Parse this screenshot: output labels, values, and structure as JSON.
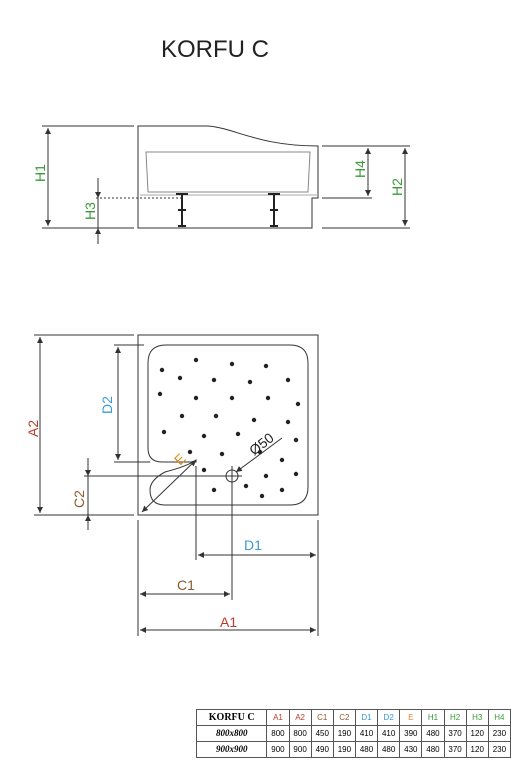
{
  "title": "KORFU C",
  "dims": {
    "h1": "H1",
    "h2": "H2",
    "h3": "H3",
    "h4": "H4",
    "a1": "A1",
    "a2": "A2",
    "c1": "C1",
    "c2": "C2",
    "d1": "D1",
    "d2": "D2",
    "e": "E",
    "drain": "Ø50"
  },
  "colors": {
    "a": "#c0392b",
    "c": "#8b5a2b",
    "d": "#3a9ad9",
    "e": "#e08a1e",
    "h": "#3a9a3a",
    "line": "#333333"
  },
  "table": {
    "header": [
      "KORFU C",
      "A1",
      "A2",
      "C1",
      "C2",
      "D1",
      "D2",
      "E",
      "H1",
      "H2",
      "H3",
      "H4"
    ],
    "rows": [
      [
        "800x800",
        "800",
        "800",
        "450",
        "190",
        "410",
        "410",
        "390",
        "480",
        "370",
        "120",
        "230"
      ],
      [
        "900x900",
        "900",
        "900",
        "490",
        "190",
        "480",
        "480",
        "430",
        "480",
        "370",
        "120",
        "230"
      ]
    ]
  }
}
